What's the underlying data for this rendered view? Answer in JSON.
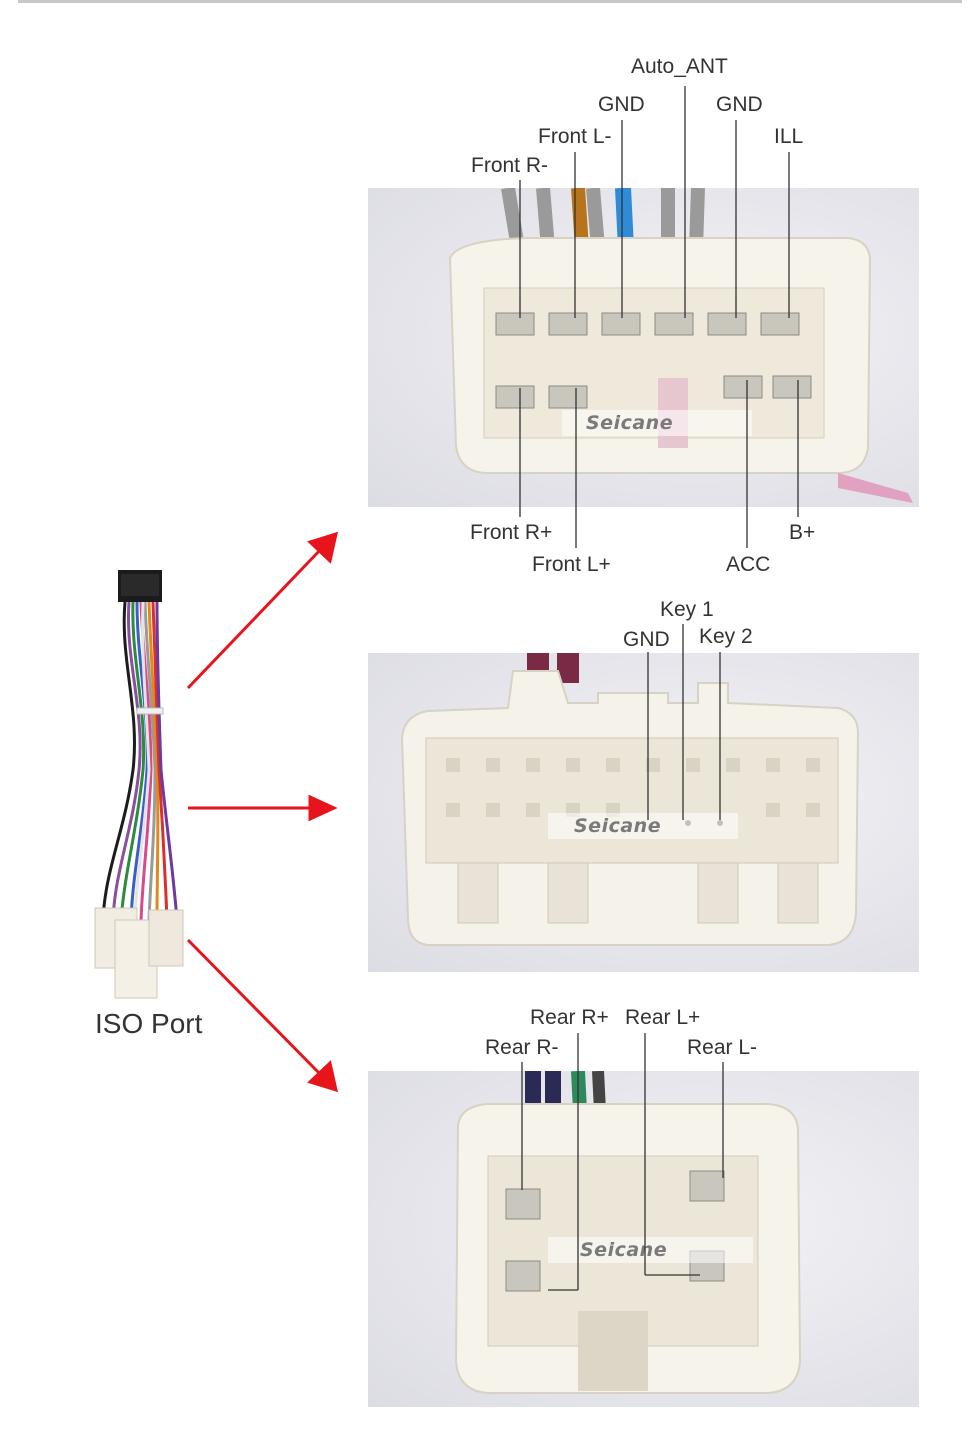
{
  "title": "ISO Port",
  "connector1": {
    "top_labels": [
      "Auto_ANT",
      "GND",
      "GND",
      "Front L-",
      "ILL",
      "Front R-"
    ],
    "bottom_labels": [
      "Front R+",
      "Front L+",
      "ACC",
      "B+"
    ]
  },
  "connector2": {
    "labels": [
      "Key 1",
      "GND",
      "Key 2"
    ]
  },
  "connector3": {
    "labels": [
      "Rear R+",
      "Rear L+",
      "Rear R-",
      "Rear L-"
    ]
  },
  "watermark": "Seicane",
  "colors": {
    "arrow": "#e8141b",
    "leader_line": "#333333"
  }
}
